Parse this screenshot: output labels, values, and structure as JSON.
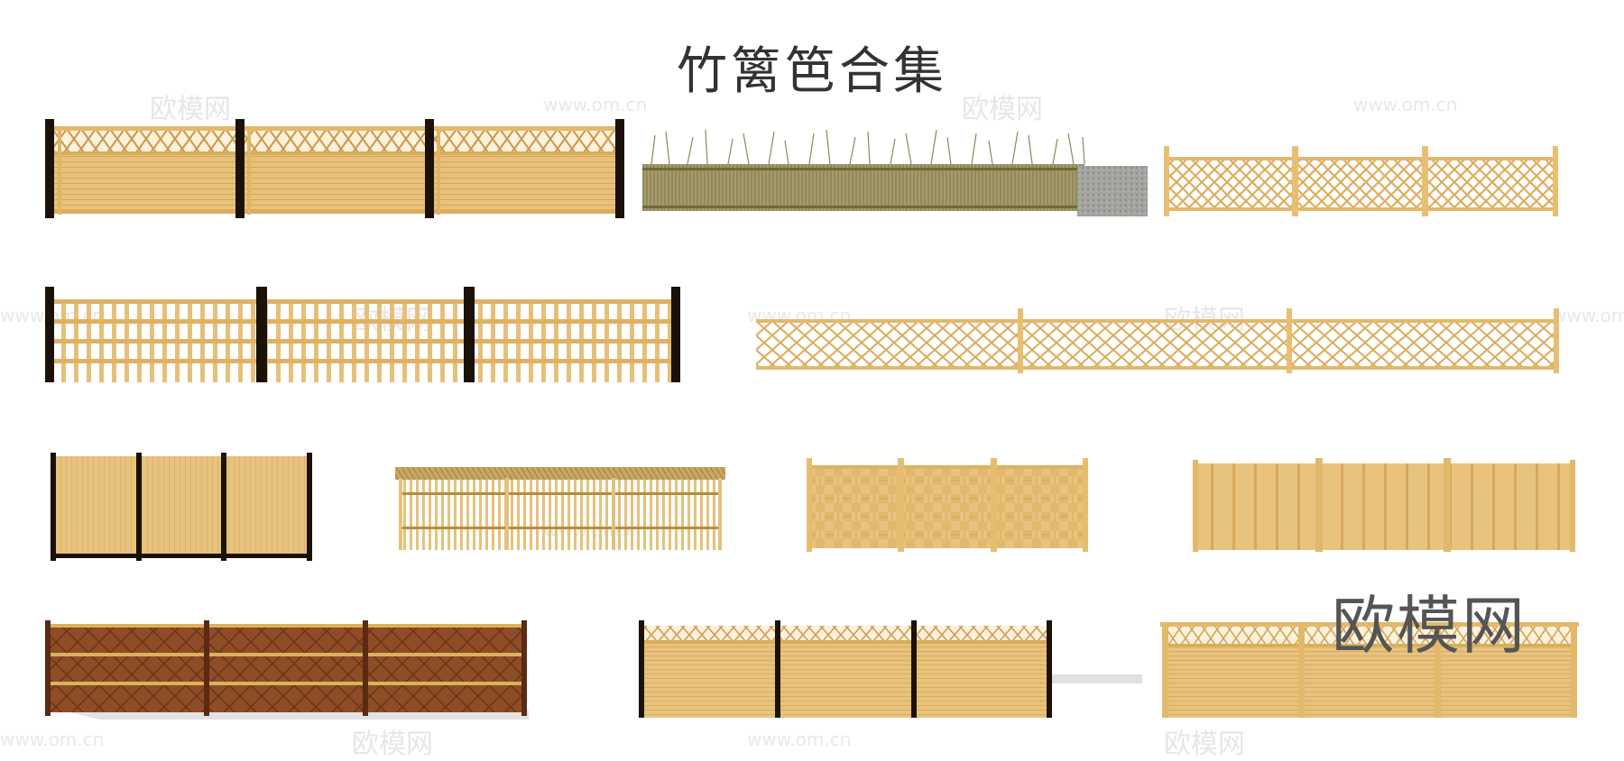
{
  "title": "竹篱笆合集",
  "brand_watermark": "欧模网",
  "watermark_text": "欧模网",
  "watermark_url": "www.om.cn",
  "colors": {
    "bamboo": "#e6c07a",
    "bamboo_dark": "#d9ad5c",
    "post_black": "#1a1208",
    "reed": "#9a8f60",
    "stone": "#9c9c98",
    "brown_wood": "#8b4a26",
    "background": "#ffffff"
  },
  "fences": [
    {
      "name": "lattice-top-panel-fence-black-posts"
    },
    {
      "name": "reed-grass-fence"
    },
    {
      "name": "diagonal-lattice-fence"
    },
    {
      "name": "grid-bamboo-fence-black-posts"
    },
    {
      "name": "long-crisscross-fence"
    },
    {
      "name": "tall-panel-fence-black-posts"
    },
    {
      "name": "thatched-top-stick-fence"
    },
    {
      "name": "woven-bamboo-panel-fence"
    },
    {
      "name": "vertical-slat-bamboo-fence"
    },
    {
      "name": "brown-herringbone-fence"
    },
    {
      "name": "lattice-top-bamboo-fence-black-posts"
    },
    {
      "name": "lattice-top-bamboo-fence"
    }
  ]
}
